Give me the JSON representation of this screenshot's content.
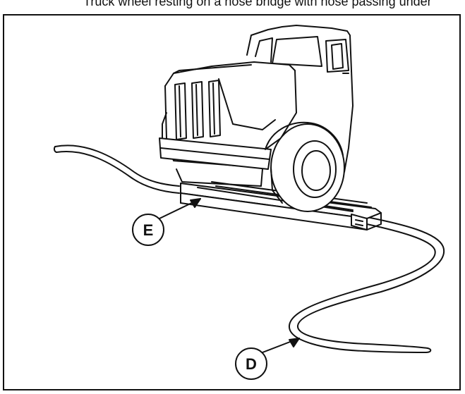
{
  "caption": {
    "text": "Truck wheel resting on a hose bridge with hose passing under"
  },
  "callouts": [
    {
      "id": "E",
      "label": "E"
    },
    {
      "id": "D",
      "label": "D"
    }
  ]
}
